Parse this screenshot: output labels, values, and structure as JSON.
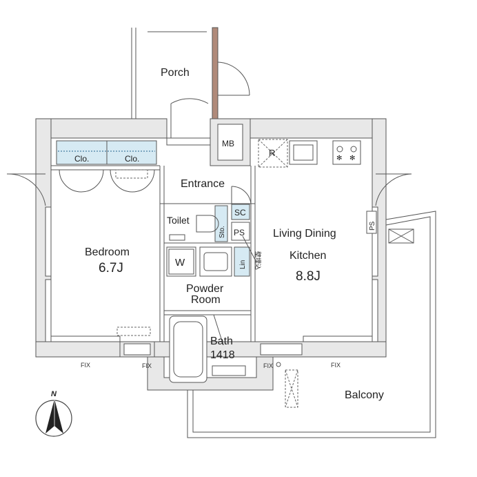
{
  "rooms": {
    "porch": "Porch",
    "mb": "MB",
    "refrigerator": "R",
    "entrance": "Entrance",
    "toilet": "Toilet",
    "sto": "Sto.",
    "sc": "SC",
    "ps_inner": "PS",
    "ps_outer": "PS",
    "lin": "Lin",
    "kanji_note": "壁埋込",
    "washer": "W",
    "bedroom_name": "Bedroom",
    "bedroom_size": "6.7J",
    "closet_left": "Clo.",
    "closet_right": "Clo.",
    "ldk_line1": "Living Dining",
    "ldk_line2": "Kitchen",
    "ldk_size": "8.8J",
    "powder_line1": "Powder",
    "powder_line2": "Room",
    "bath_name": "Bath",
    "bath_size": "1418",
    "balcony": "Balcony"
  },
  "windows": {
    "fix1": "FIX",
    "fix2": "FIX",
    "fix3": "FIX",
    "fix4": "FIX"
  },
  "compass": {
    "north_label": "N"
  },
  "colors": {
    "closet_fill": "#d6eaf3",
    "wall_fill": "#e8e8e8",
    "line": "#555555"
  }
}
